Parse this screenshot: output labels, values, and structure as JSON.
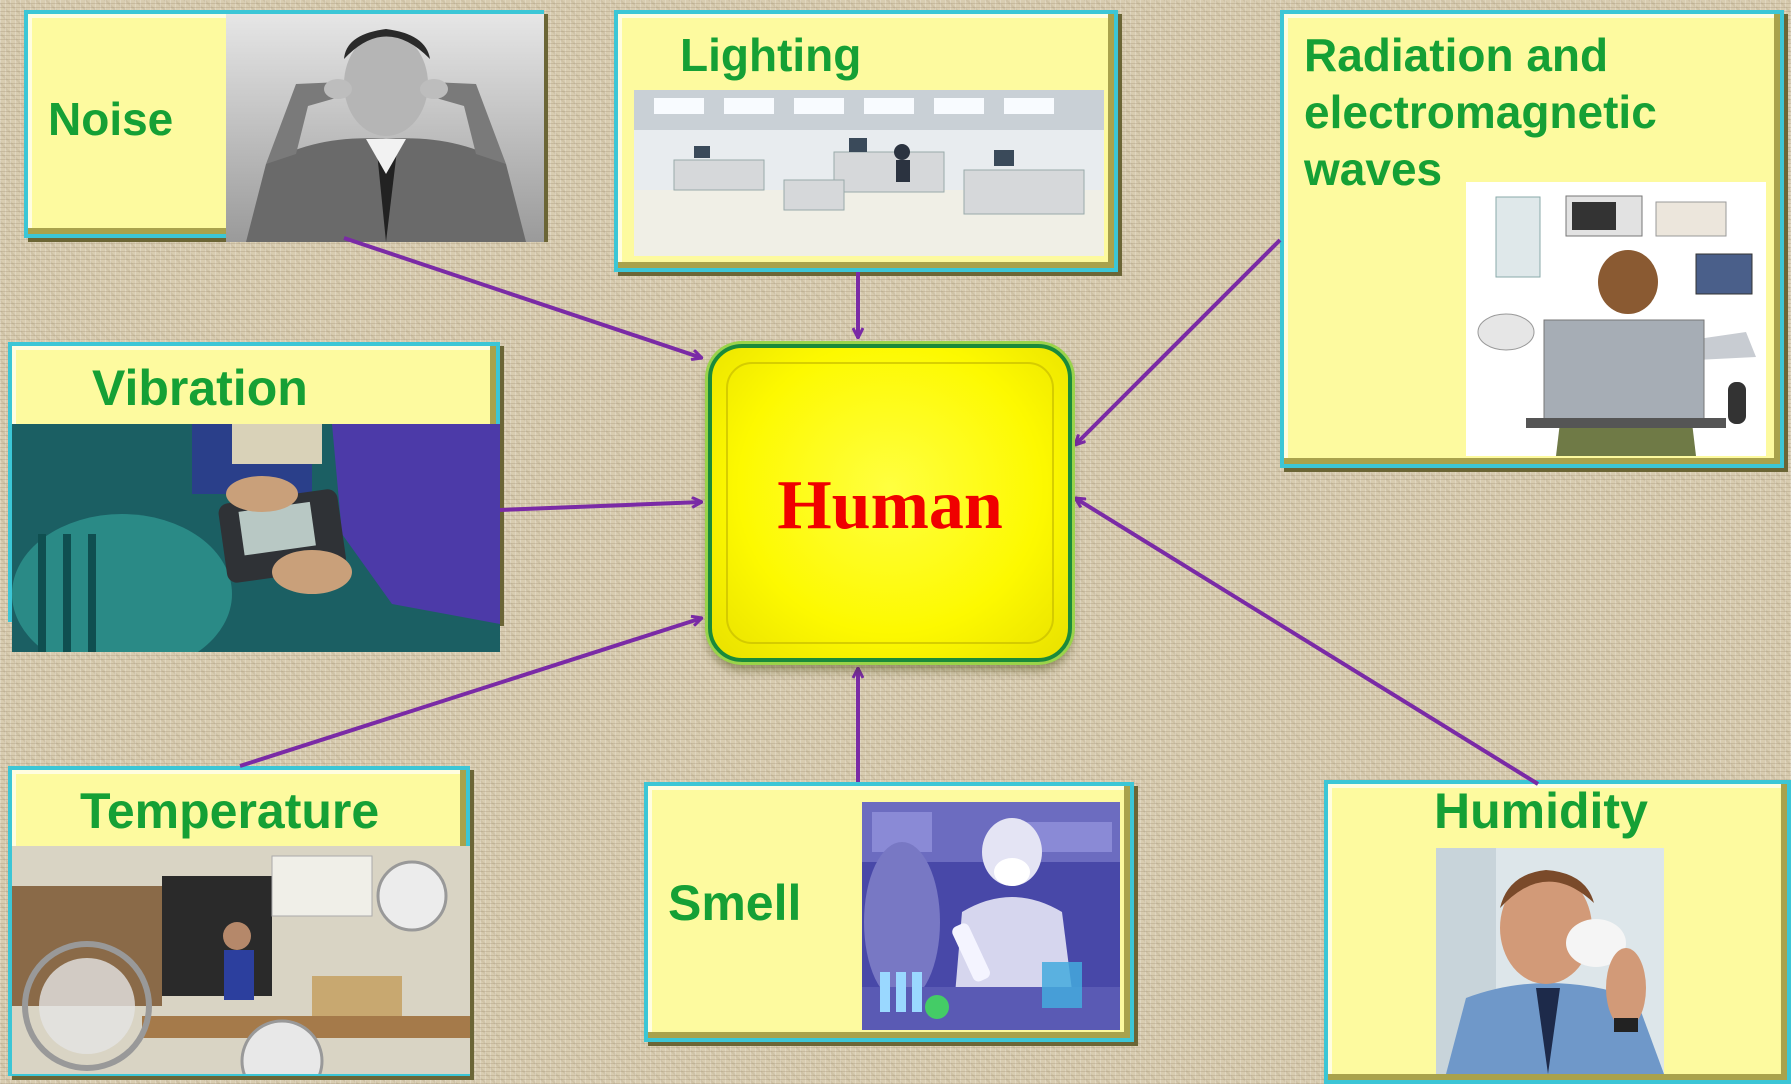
{
  "center": {
    "label": "Human"
  },
  "factors": [
    {
      "id": "noise",
      "label": "Noise",
      "photo_icon": "man-covering-ears-photo"
    },
    {
      "id": "lighting",
      "label": "Lighting",
      "photo_icon": "laboratory-room-photo"
    },
    {
      "id": "radiation",
      "label_lines": [
        "Radiation and",
        "electromagnetic",
        "waves"
      ],
      "photo_icon": "electronics-and-laptop-user-photo"
    },
    {
      "id": "vibration",
      "label": "Vibration",
      "photo_icon": "vibration-meter-on-motor-photo"
    },
    {
      "id": "temperature",
      "label": "Temperature",
      "photo_icon": "office-with-fans-photo"
    },
    {
      "id": "smell",
      "label": "Smell",
      "photo_icon": "lab-worker-with-mask-photo"
    },
    {
      "id": "humidity",
      "label": "Humidity",
      "photo_icon": "man-wiping-sweat-photo"
    }
  ],
  "colors": {
    "box_fill": "#fdfa9f",
    "box_border": "#3cc6d6",
    "label_text": "#15a035",
    "center_fill": "#fdf900",
    "center_text": "#f00000",
    "arrow": "#7a2aa6"
  }
}
